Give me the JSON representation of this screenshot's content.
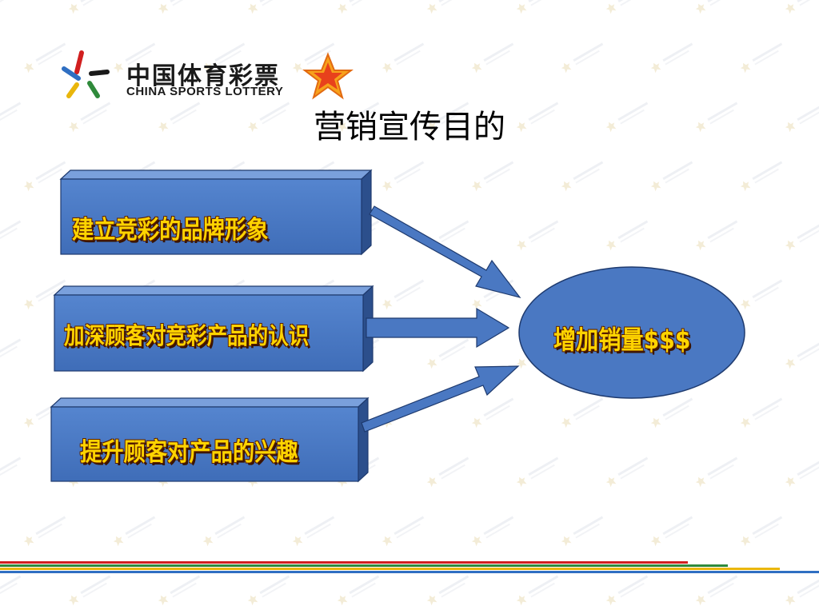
{
  "logo": {
    "cn_text": "中国体育彩票",
    "en_text": "CHINA SPORTS LOTTERY",
    "badge_icon": "star-badge-icon",
    "mark_icon": "lottery-star-mark-icon"
  },
  "title": "营销宣传目的",
  "goals": [
    {
      "label": "建立竞彩的品牌形象"
    },
    {
      "label": "加深顾客对竞彩产品的认识"
    },
    {
      "label": "提升顾客对产品的兴趣"
    }
  ],
  "result": {
    "label": "增加销量$$$"
  },
  "colors": {
    "box_fill": "#4a78c2",
    "box_top": "#6f96d6",
    "box_side": "#2c4f8c",
    "text_yellow": "#ffd400",
    "ellipse_fill": "#4a78c2",
    "stripe_red": "#d11f1f",
    "stripe_green": "#2f8a3b",
    "stripe_yellow": "#e9b60c",
    "stripe_blue": "#2f6fc2"
  }
}
